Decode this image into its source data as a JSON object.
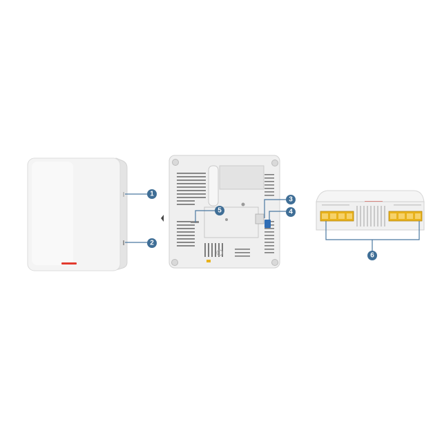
{
  "colors": {
    "callout_fill": "#3f6e96",
    "callout_line": "#4a78a0",
    "device_body": "#f3f3f3",
    "device_edge": "#d6d6d6",
    "indicator_red": "#e23a2e",
    "port_yellow": "#e8b21c",
    "button_blue": "#2f6db5"
  },
  "devices": [
    {
      "id": "front-view",
      "icon": "router-front-icon"
    },
    {
      "id": "back-view",
      "icon": "router-back-icon"
    },
    {
      "id": "bottom-view",
      "icon": "router-bottom-icon"
    }
  ],
  "callouts": [
    {
      "label": "1"
    },
    {
      "label": "2"
    },
    {
      "label": "3"
    },
    {
      "label": "4"
    },
    {
      "label": "5"
    },
    {
      "label": "6"
    }
  ]
}
